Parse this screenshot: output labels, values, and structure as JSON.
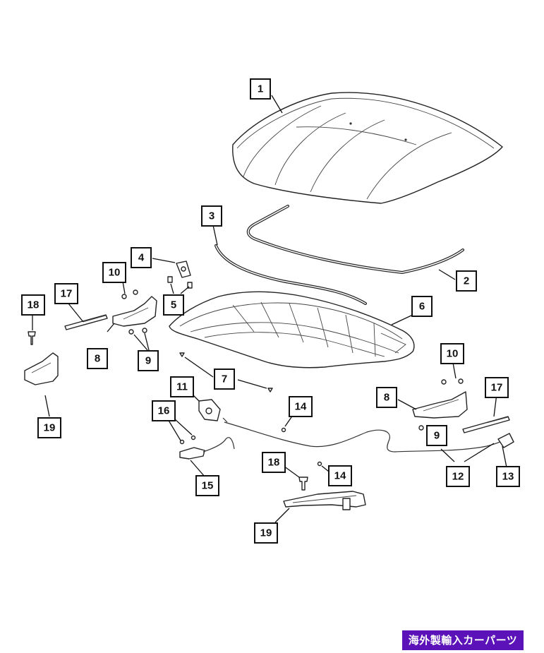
{
  "callouts": {
    "c1": "1",
    "c2": "2",
    "c3": "3",
    "c4": "4",
    "c5": "5",
    "c6": "6",
    "c7": "7",
    "c8a": "8",
    "c8b": "8",
    "c9a": "9",
    "c9b": "9",
    "c10a": "10",
    "c10b": "10",
    "c11": "11",
    "c12": "12",
    "c13": "13",
    "c14a": "14",
    "c14b": "14",
    "c15": "15",
    "c16": "16",
    "c17a": "17",
    "c17b": "17",
    "c18a": "18",
    "c18b": "18",
    "c19a": "19",
    "c19b": "19"
  },
  "watermark": {
    "text": "海外製輸入カーパーツ",
    "bg_color": "#5b12b8"
  }
}
